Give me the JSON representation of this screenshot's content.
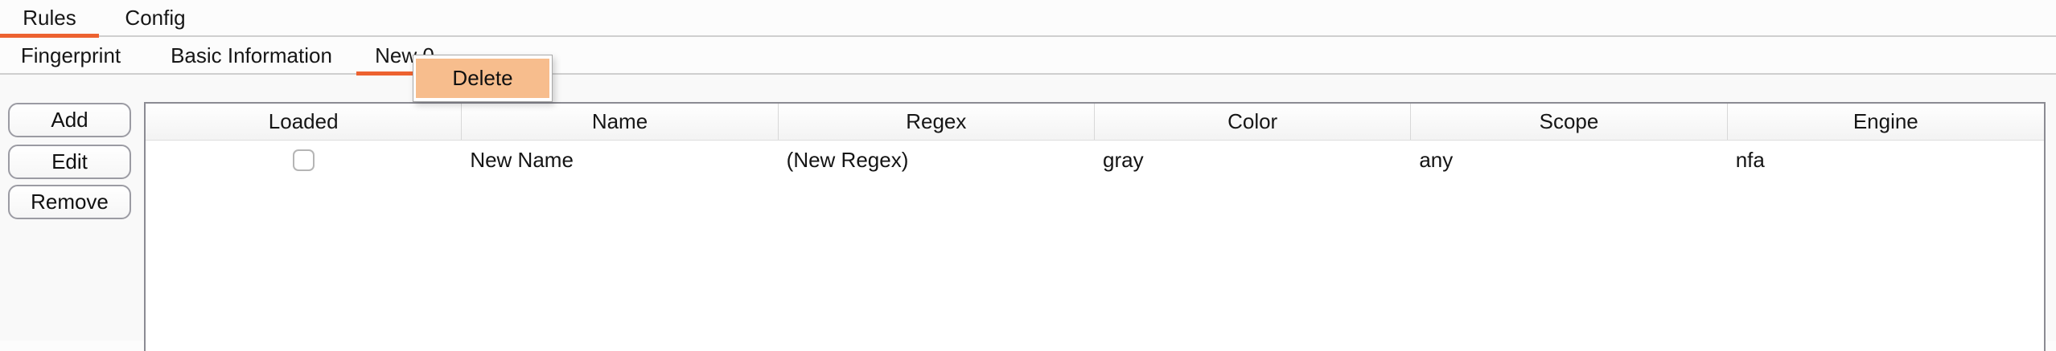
{
  "tabs_primary": [
    {
      "label": "Rules",
      "active": true
    },
    {
      "label": "Config",
      "active": false
    }
  ],
  "tabs_secondary": [
    {
      "label": "Fingerprint",
      "active": false
    },
    {
      "label": "Basic Information",
      "active": false
    },
    {
      "label": "New 0",
      "active": true
    }
  ],
  "context_menu": {
    "items": [
      {
        "label": "Delete",
        "highlighted": true
      }
    ]
  },
  "side_buttons": {
    "add": "Add",
    "edit": "Edit",
    "remove": "Remove"
  },
  "table": {
    "columns": [
      "Loaded",
      "Name",
      "Regex",
      "Color",
      "Scope",
      "Engine"
    ],
    "rows": [
      {
        "loaded": false,
        "name": "New Name",
        "regex": "(New Regex)",
        "color": "gray",
        "scope": "any",
        "engine": "nfa"
      }
    ]
  },
  "colors": {
    "tab_accent": "#ed6230",
    "menu_highlight": "#f7bd8d",
    "table_border": "#8b8b93"
  }
}
